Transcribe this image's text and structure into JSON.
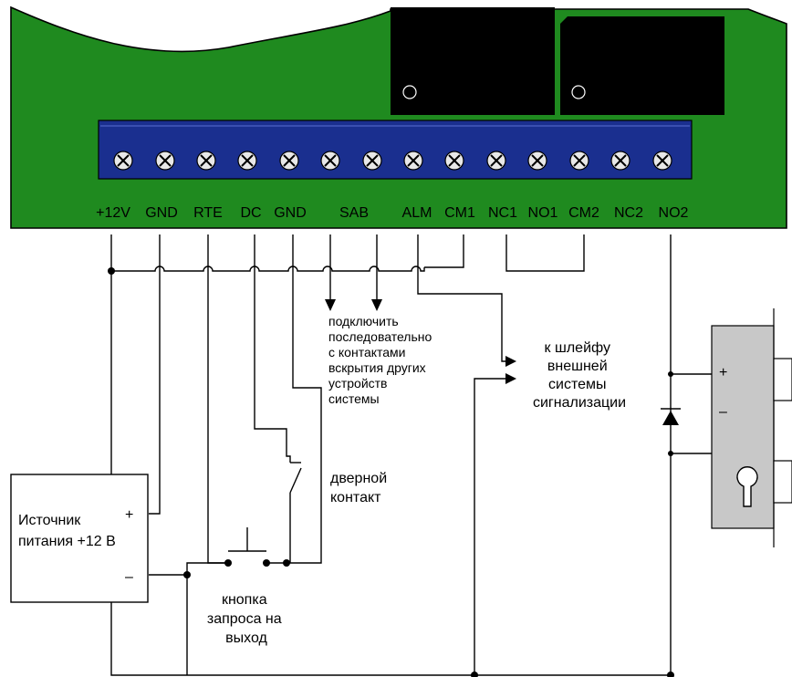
{
  "terminals": [
    "+12V",
    "GND",
    "RTE",
    "DC",
    "GND",
    "SAB",
    "ALM",
    "CM1",
    "NC1",
    "NO1",
    "CM2",
    "NC2",
    "NO2"
  ],
  "tamper_note": [
    "подключить",
    "последовательно",
    "с контактами",
    "вскрытия других",
    "устройств",
    "системы"
  ],
  "alarm_note": [
    "к шлейфу",
    "внешней",
    "системы",
    "сигнализации"
  ],
  "door_contact": [
    "дверной",
    "контакт"
  ],
  "power_supply": [
    "Источник",
    "питания +12 В"
  ],
  "power_plus": "+",
  "power_minus": "–",
  "exit_button": [
    "кнопка",
    "запроса на",
    "выход"
  ],
  "lock_plus": "+",
  "lock_minus": "–",
  "colors": {
    "board": "#1f8a1f",
    "relay": "#000000",
    "terminal_block": "#1a2f8f",
    "lock_body": "#c8c8c8"
  }
}
